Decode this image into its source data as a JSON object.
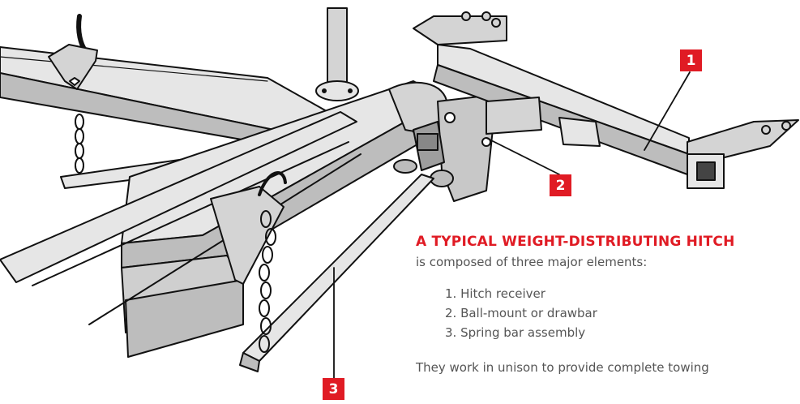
{
  "callouts": {
    "one": "1",
    "two": "2",
    "three": "3"
  },
  "caption": {
    "headline": "A TYPICAL WEIGHT-DISTRIBUTING HITCH",
    "intro": "is composed of three major elements:",
    "elements": [
      "1. Hitch receiver",
      "2. Ball-mount or drawbar",
      "3. Spring bar assembly"
    ],
    "closing": "They work in unison to provide complete towing"
  },
  "colors": {
    "accent": "#e01b24",
    "text": "#555555",
    "metal_fill": "#e6e6e6",
    "metal_shade": "#bdbdbd",
    "line": "#111111"
  }
}
